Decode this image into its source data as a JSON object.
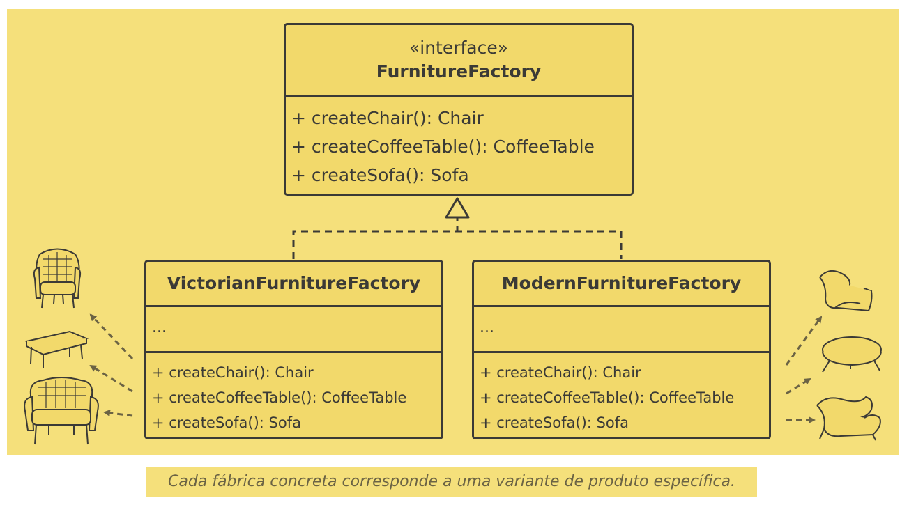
{
  "interface_box": {
    "stereotype": "«interface»",
    "name": "FurnitureFactory",
    "methods": [
      "+ createChair(): Chair",
      "+ createCoffeeTable(): CoffeeTable",
      "+ createSofa(): Sofa"
    ]
  },
  "victorian_box": {
    "name": "VictorianFurnitureFactory",
    "fields": "...",
    "methods": [
      "+ createChair(): Chair",
      "+ createCoffeeTable(): CoffeeTable",
      "+ createSofa(): Sofa"
    ]
  },
  "modern_box": {
    "name": "ModernFurnitureFactory",
    "fields": "...",
    "methods": [
      "+ createChair(): Chair",
      "+ createCoffeeTable(): CoffeeTable",
      "+ createSofa(): Sofa"
    ]
  },
  "caption": "Cada fábrica concreta corresponde a uma variante de produto específica.",
  "colors": {
    "background": "#f5e07b",
    "box_fill": "#f2d96b",
    "outline": "#3b3a36",
    "arrow": "#6b6344",
    "caption_text": "#6b6344"
  },
  "icons": {
    "victorian": [
      "victorian-armchair-icon",
      "victorian-coffee-table-icon",
      "victorian-sofa-icon"
    ],
    "modern": [
      "modern-chair-icon",
      "modern-coffee-table-icon",
      "modern-sofa-icon"
    ]
  }
}
